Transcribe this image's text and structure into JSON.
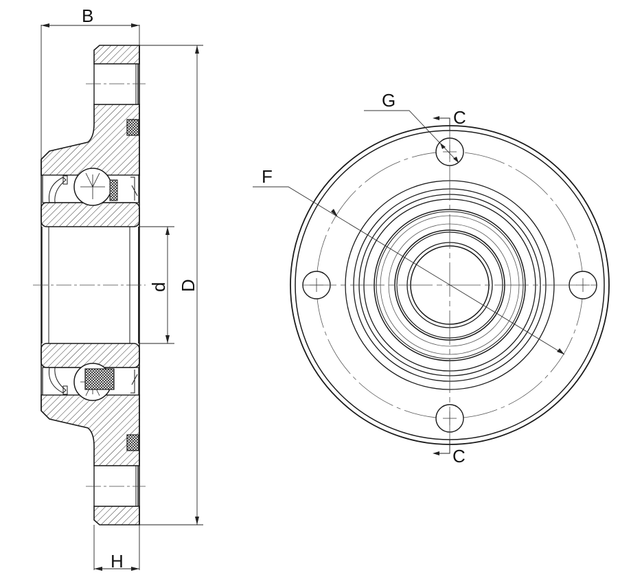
{
  "title": "Flange bearing unit technical drawing",
  "colors": {
    "line": "#1a1a1a",
    "thin": "#444444",
    "hatch": "#333333",
    "background": "#ffffff"
  },
  "section_view": {
    "dimensions": {
      "B": "B",
      "d": "d",
      "D": "D",
      "H": "H"
    }
  },
  "front_view": {
    "labels": {
      "G": "G",
      "F": "F",
      "section_top": "C",
      "section_bottom": "C"
    },
    "bolt_holes": 4
  }
}
